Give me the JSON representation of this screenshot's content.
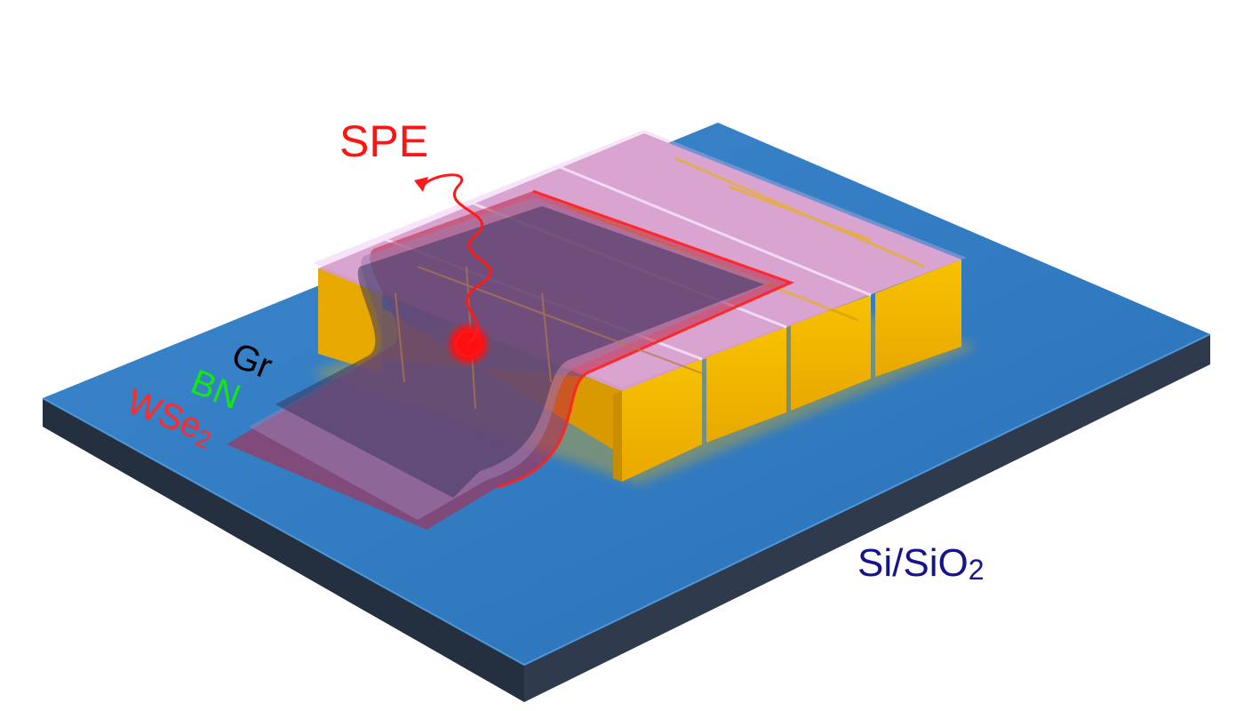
{
  "labels": {
    "spe": "SPE",
    "gr": "Gr",
    "bn": "BN",
    "wse_base": "WSe",
    "wse_sub": "2",
    "substrate_base": "Si/SiO",
    "substrate_sub": "2"
  },
  "colors": {
    "spe": "#ff1414",
    "gr": "#000000",
    "bn": "#14e614",
    "wse2": "#ff2a2a",
    "substrate_label": "#14148c",
    "substrate_top": "#2f7bc4",
    "substrate_side": "#2a3442",
    "pillar_gold": "#f2b600",
    "layer_pink": "#d79bd0"
  },
  "icons": {
    "emitter": "emitter-dot-icon",
    "photon": "photon-wave-arrow-icon"
  }
}
